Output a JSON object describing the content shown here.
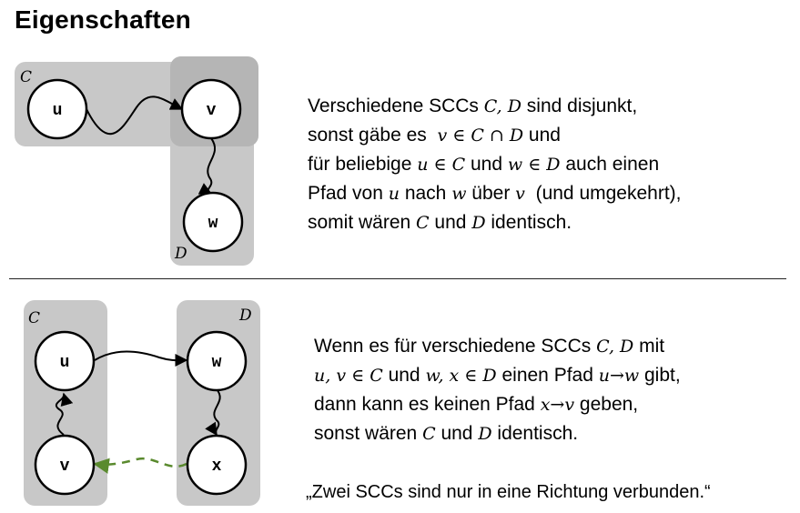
{
  "title": "Eigenschaften",
  "top": {
    "label_c": "C",
    "label_d": "D",
    "node_u": "u",
    "node_v": "v",
    "node_w": "w",
    "text": {
      "l1a": "Verschiedene SCCs ",
      "l1m": "C, D",
      "l1b": " sind disjunkt,",
      "l2a": "sonst gäbe es  ",
      "l2m": "v ∈ C ∩ D",
      "l2b": " und",
      "l3a": "für beliebige ",
      "l3m1": "u ∈ C",
      "l3b": " und ",
      "l3m2": "w ∈ D",
      "l3c": " auch einen",
      "l4a": "Pfad von ",
      "l4m1": "u",
      "l4b": " nach ",
      "l4m2": "w",
      "l4c": " über ",
      "l4m3": "v",
      "l4d": "  (und umgekehrt),",
      "l5a": "somit wären ",
      "l5m1": "C",
      "l5b": " und ",
      "l5m2": "D",
      "l5c": " identisch."
    }
  },
  "bottom": {
    "label_c": "C",
    "label_d": "D",
    "node_u": "u",
    "node_v": "v",
    "node_w": "w",
    "node_x": "x",
    "text": {
      "l1a": "Wenn es für verschiedene SCCs ",
      "l1m": "C, D",
      "l1b": " mit",
      "l2m1": "u, v ∈ C",
      "l2a": " und ",
      "l2m2": "w, x ∈ D",
      "l2b": " einen Pfad ",
      "l2m3": "u→w",
      "l2c": " gibt,",
      "l3a": "dann kann es keinen Pfad ",
      "l3m": "x→v",
      "l3b": " geben,",
      "l4a": "sonst wären ",
      "l4m1": "C",
      "l4b": " und ",
      "l4m2": "D",
      "l4c": " identisch."
    },
    "quote": "„Zwei SCCs sind nur in eine Richtung verbunden.“"
  },
  "colors": {
    "region": "#c8c8c8",
    "region_overlap": "#b4b4b4",
    "dashed_edge": "#5a8a2e"
  }
}
